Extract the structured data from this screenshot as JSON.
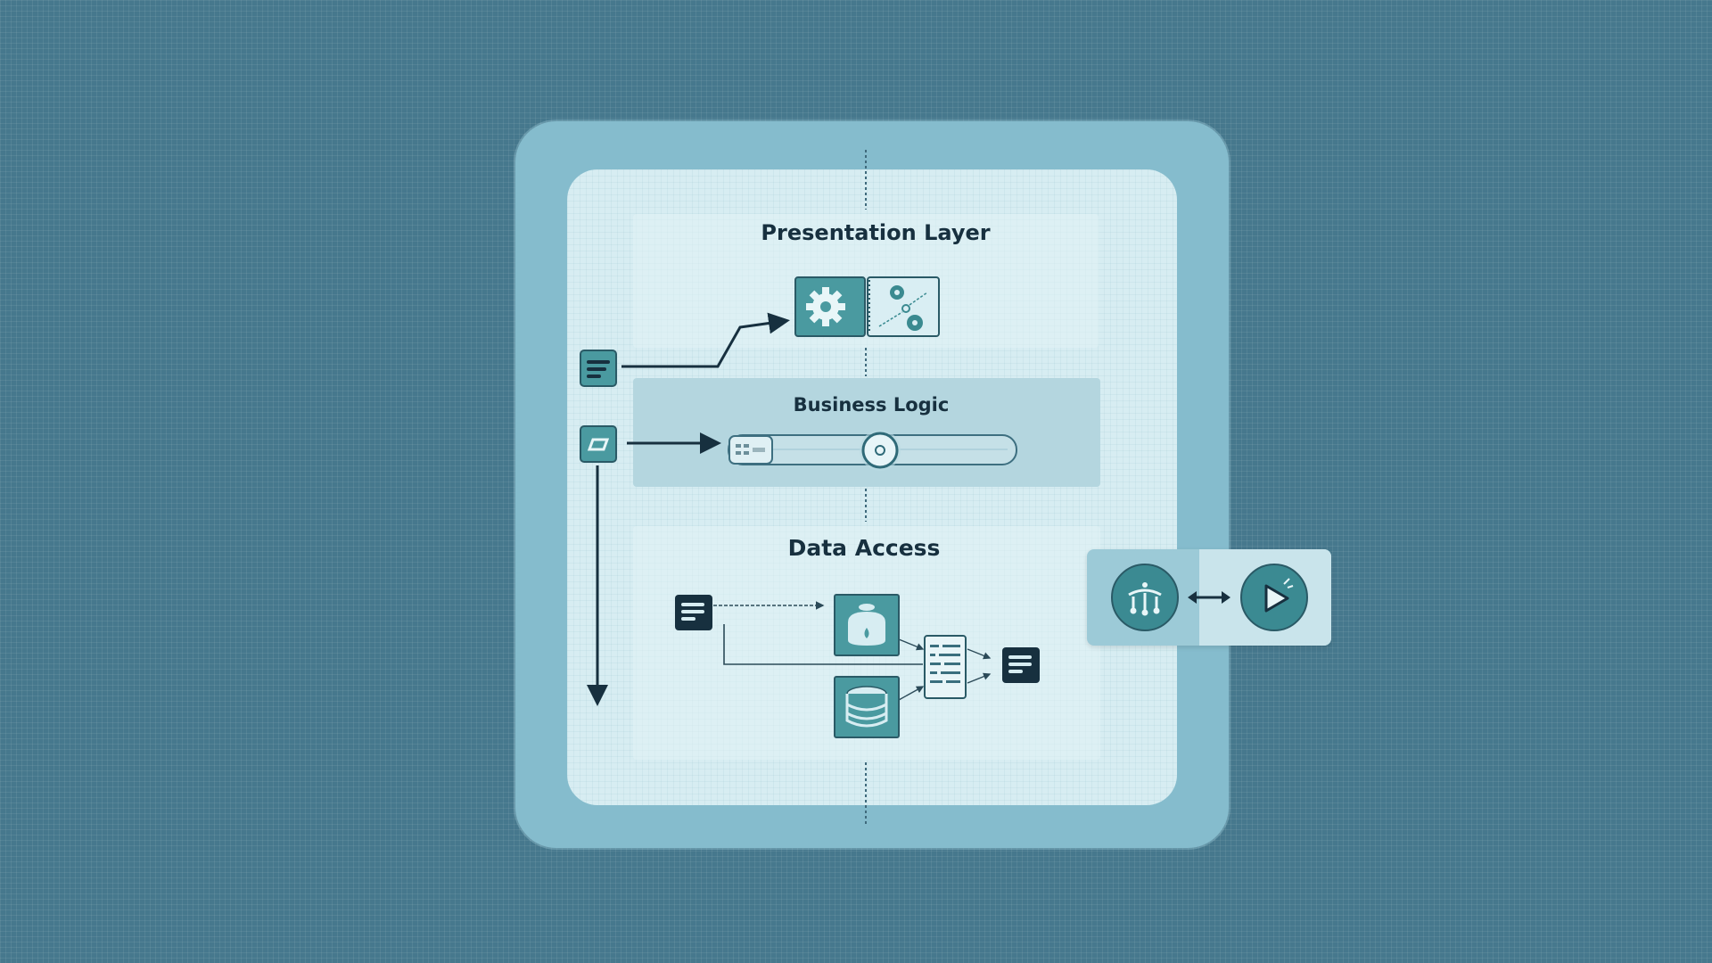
{
  "layers": {
    "presentation": {
      "title": "Presentation Layer"
    },
    "business": {
      "title": "Business Logic"
    },
    "data": {
      "title": "Data Access"
    }
  },
  "icons": {
    "settings": "gear-icon",
    "workflow": "gears-workflow-icon",
    "document": "document-lines-icon",
    "folder": "folder-icon",
    "database": "database-icon",
    "data_store": "cylinder-storage-icon",
    "code_page": "code-document-icon",
    "network": "network-hub-icon",
    "play": "play-icon"
  },
  "colors": {
    "background": "#46788d",
    "frame": "#85bccd",
    "panel": "#d7edf2",
    "accent": "#3b8a92",
    "ink": "#17303f"
  }
}
